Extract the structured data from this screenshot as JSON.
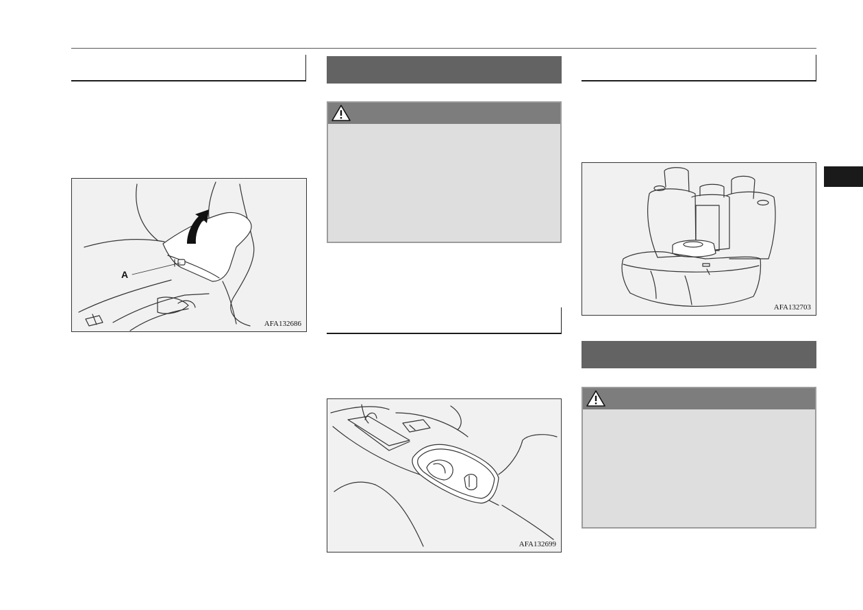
{
  "figures": {
    "front_armrest": {
      "code": "AFA132686",
      "callout": "A"
    },
    "rear_armrest": {
      "code": "AFA132703"
    },
    "cup_holder": {
      "code": "AFA132699"
    }
  },
  "colors": {
    "dark_heading": "#636363",
    "warning_bar": "#7d7d7d",
    "warning_body": "#dedede",
    "figure_bg": "#f1f1f1",
    "chapter_tab": "#1a1a1a"
  },
  "icons": {
    "warning": "warning-triangle-icon",
    "arrow": "curved-up-arrow-icon"
  }
}
